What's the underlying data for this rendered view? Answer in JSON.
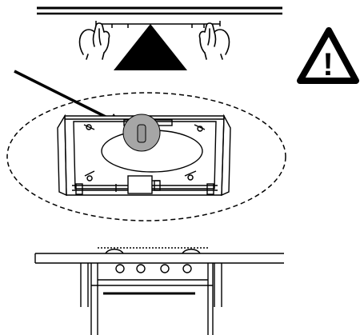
{
  "warning": {
    "symbol": "!",
    "icon": "warning-triangle-icon"
  },
  "colors": {
    "line": "#000000",
    "background": "#ffffff",
    "highlight": "#a6a6a6"
  },
  "icons": [
    "hands-icon",
    "up-arrow-icon",
    "pointer-arrow-icon",
    "dashed-ellipse-detail",
    "hood-unit",
    "cooktop",
    "oven"
  ]
}
